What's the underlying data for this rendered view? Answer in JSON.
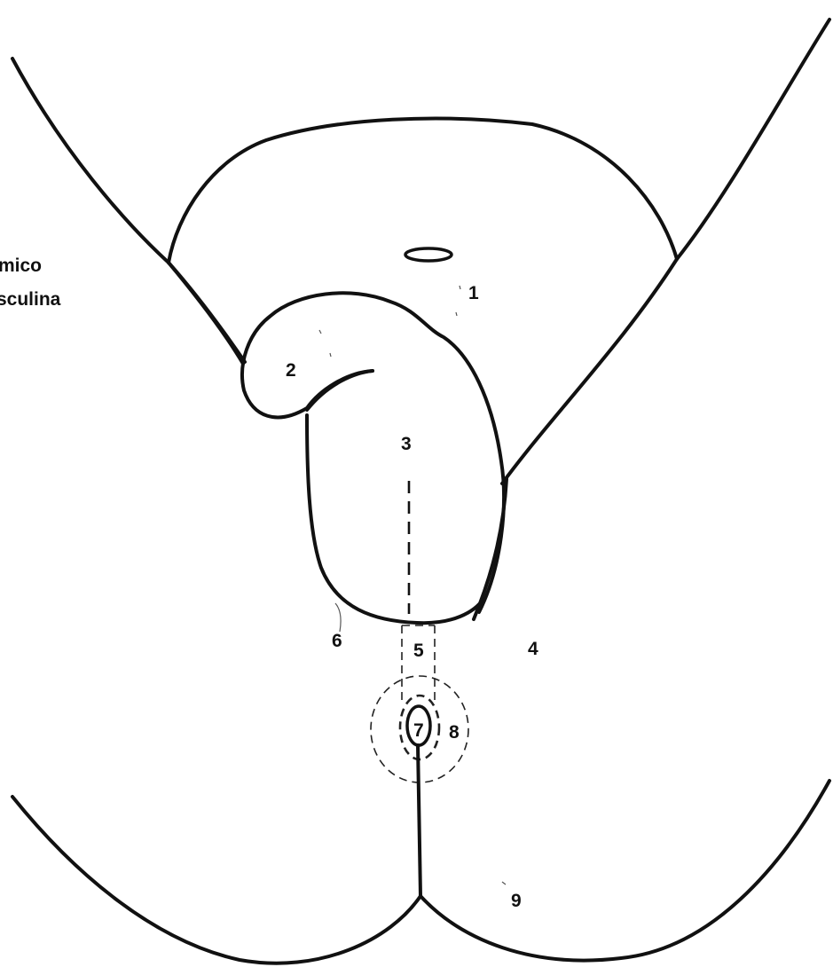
{
  "figure": {
    "clipped_caption": [
      "mico",
      "sculina"
    ],
    "markers": [
      "1",
      "2",
      "3",
      "4",
      "5",
      "6",
      "7",
      "8",
      "9"
    ]
  }
}
